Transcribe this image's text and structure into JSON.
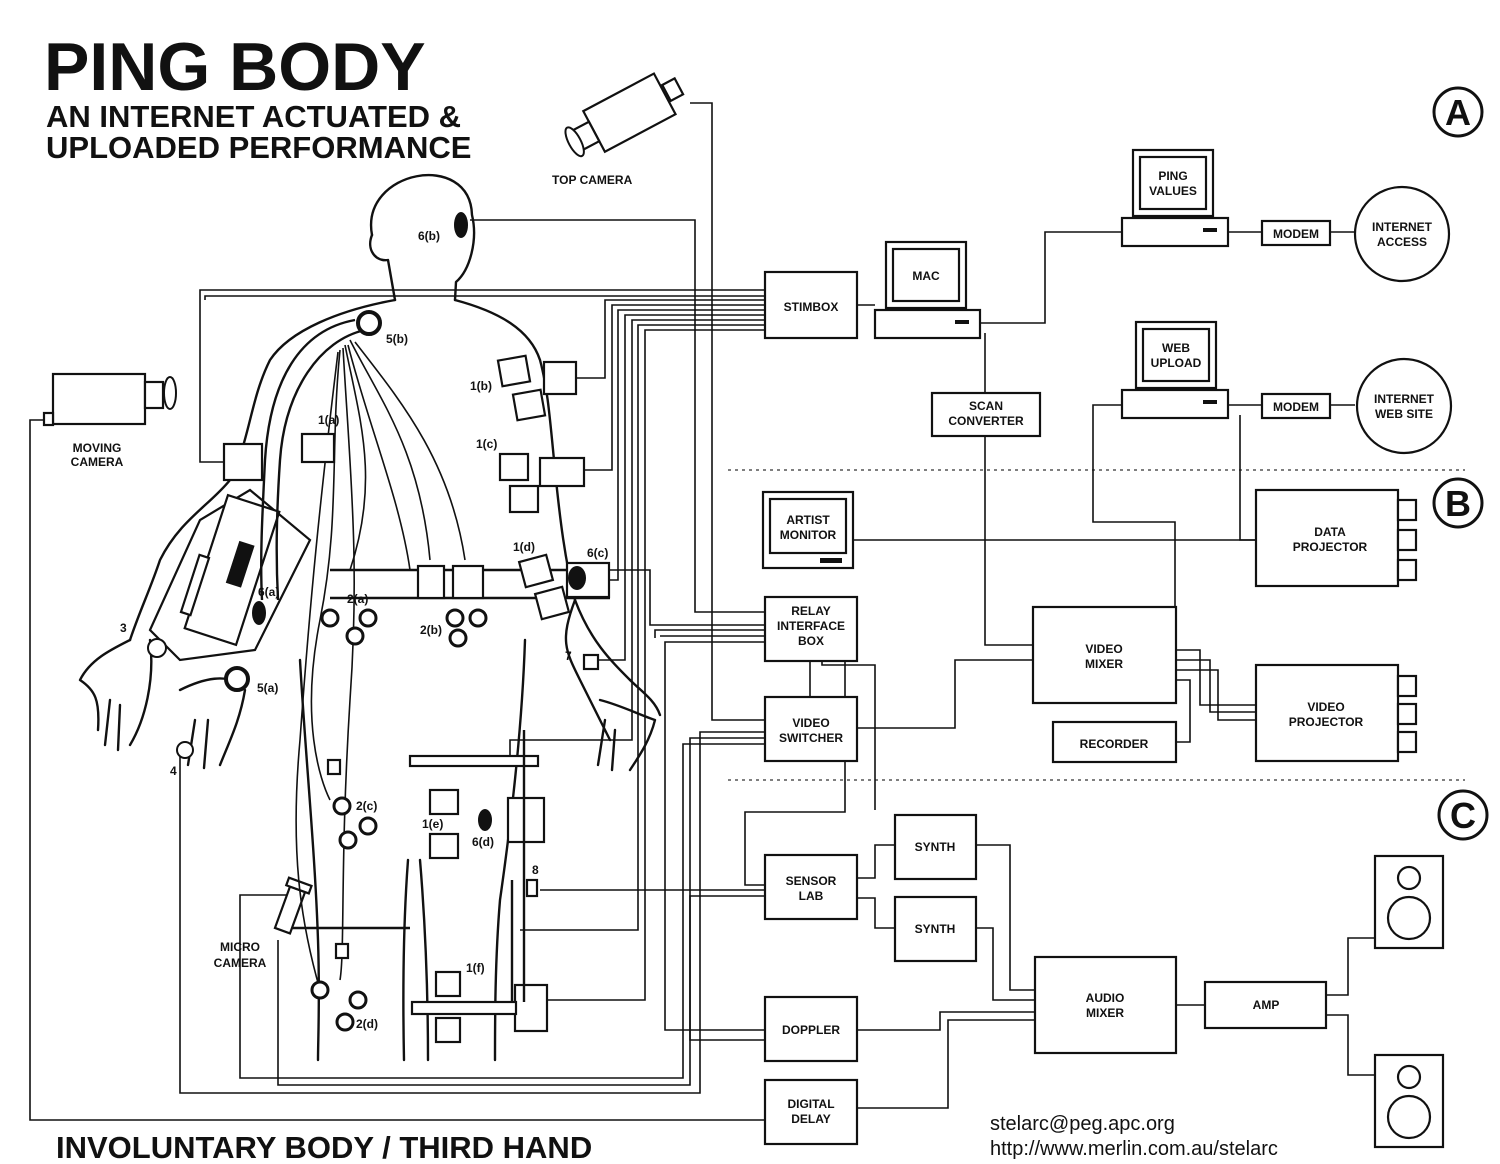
{
  "header": {
    "title": "PING BODY",
    "subtitle_line1": "AN INTERNET ACTUATED &",
    "subtitle_line2": "UPLOADED PERFORMANCE"
  },
  "sections": [
    "A",
    "B",
    "C"
  ],
  "cameras": {
    "top": "TOP CAMERA",
    "moving": [
      "MOVING",
      "CAMERA"
    ],
    "micro": [
      "MICRO",
      "CAMERA"
    ]
  },
  "devices": {
    "stimbox": "STIMBOX",
    "mac": "MAC",
    "ping_values": [
      "PING",
      "VALUES"
    ],
    "modem": "MODEM",
    "internet_access": [
      "INTERNET",
      "ACCESS"
    ],
    "web_upload": [
      "WEB",
      "UPLOAD"
    ],
    "internet_web_site": [
      "INTERNET",
      "WEB SITE"
    ],
    "scan_converter": [
      "SCAN",
      "CONVERTER"
    ],
    "artist_monitor": [
      "ARTIST",
      "MONITOR"
    ],
    "data_projector": [
      "DATA",
      "PROJECTOR"
    ],
    "relay_interface_box": [
      "RELAY",
      "INTERFACE",
      "BOX"
    ],
    "video_mixer": [
      "VIDEO",
      "MIXER"
    ],
    "video_switcher": [
      "VIDEO",
      "SWITCHER"
    ],
    "recorder": "RECORDER",
    "video_projector": [
      "VIDEO",
      "PROJECTOR"
    ],
    "synth": "SYNTH",
    "sensor_lab": [
      "SENSOR",
      "LAB"
    ],
    "audio_mixer": [
      "AUDIO",
      "MIXER"
    ],
    "amp": "AMP",
    "doppler": "DOPPLER",
    "digital_delay": [
      "DIGITAL",
      "DELAY"
    ]
  },
  "body_labels": {
    "l6b": "6(b)",
    "l5b": "5(b)",
    "l1a": "1(a)",
    "l1b": "1(b)",
    "l1c": "1(c)",
    "l1d": "1(d)",
    "l6c": "6(c)",
    "l6a": "6(a)",
    "l2a": "2(a)",
    "l2b": "2(b)",
    "l3": "3",
    "l5a": "5(a)",
    "l7": "7",
    "l4": "4",
    "l2c": "2(c)",
    "l1e": "1(e)",
    "l6d": "6(d)",
    "l8": "8",
    "l1f": "1(f)",
    "l2d": "2(d)"
  },
  "footer": {
    "caption": "INVOLUNTARY BODY / THIRD HAND",
    "email": "stelarc@peg.apc.org",
    "url": "http://www.merlin.com.au/stelarc"
  }
}
